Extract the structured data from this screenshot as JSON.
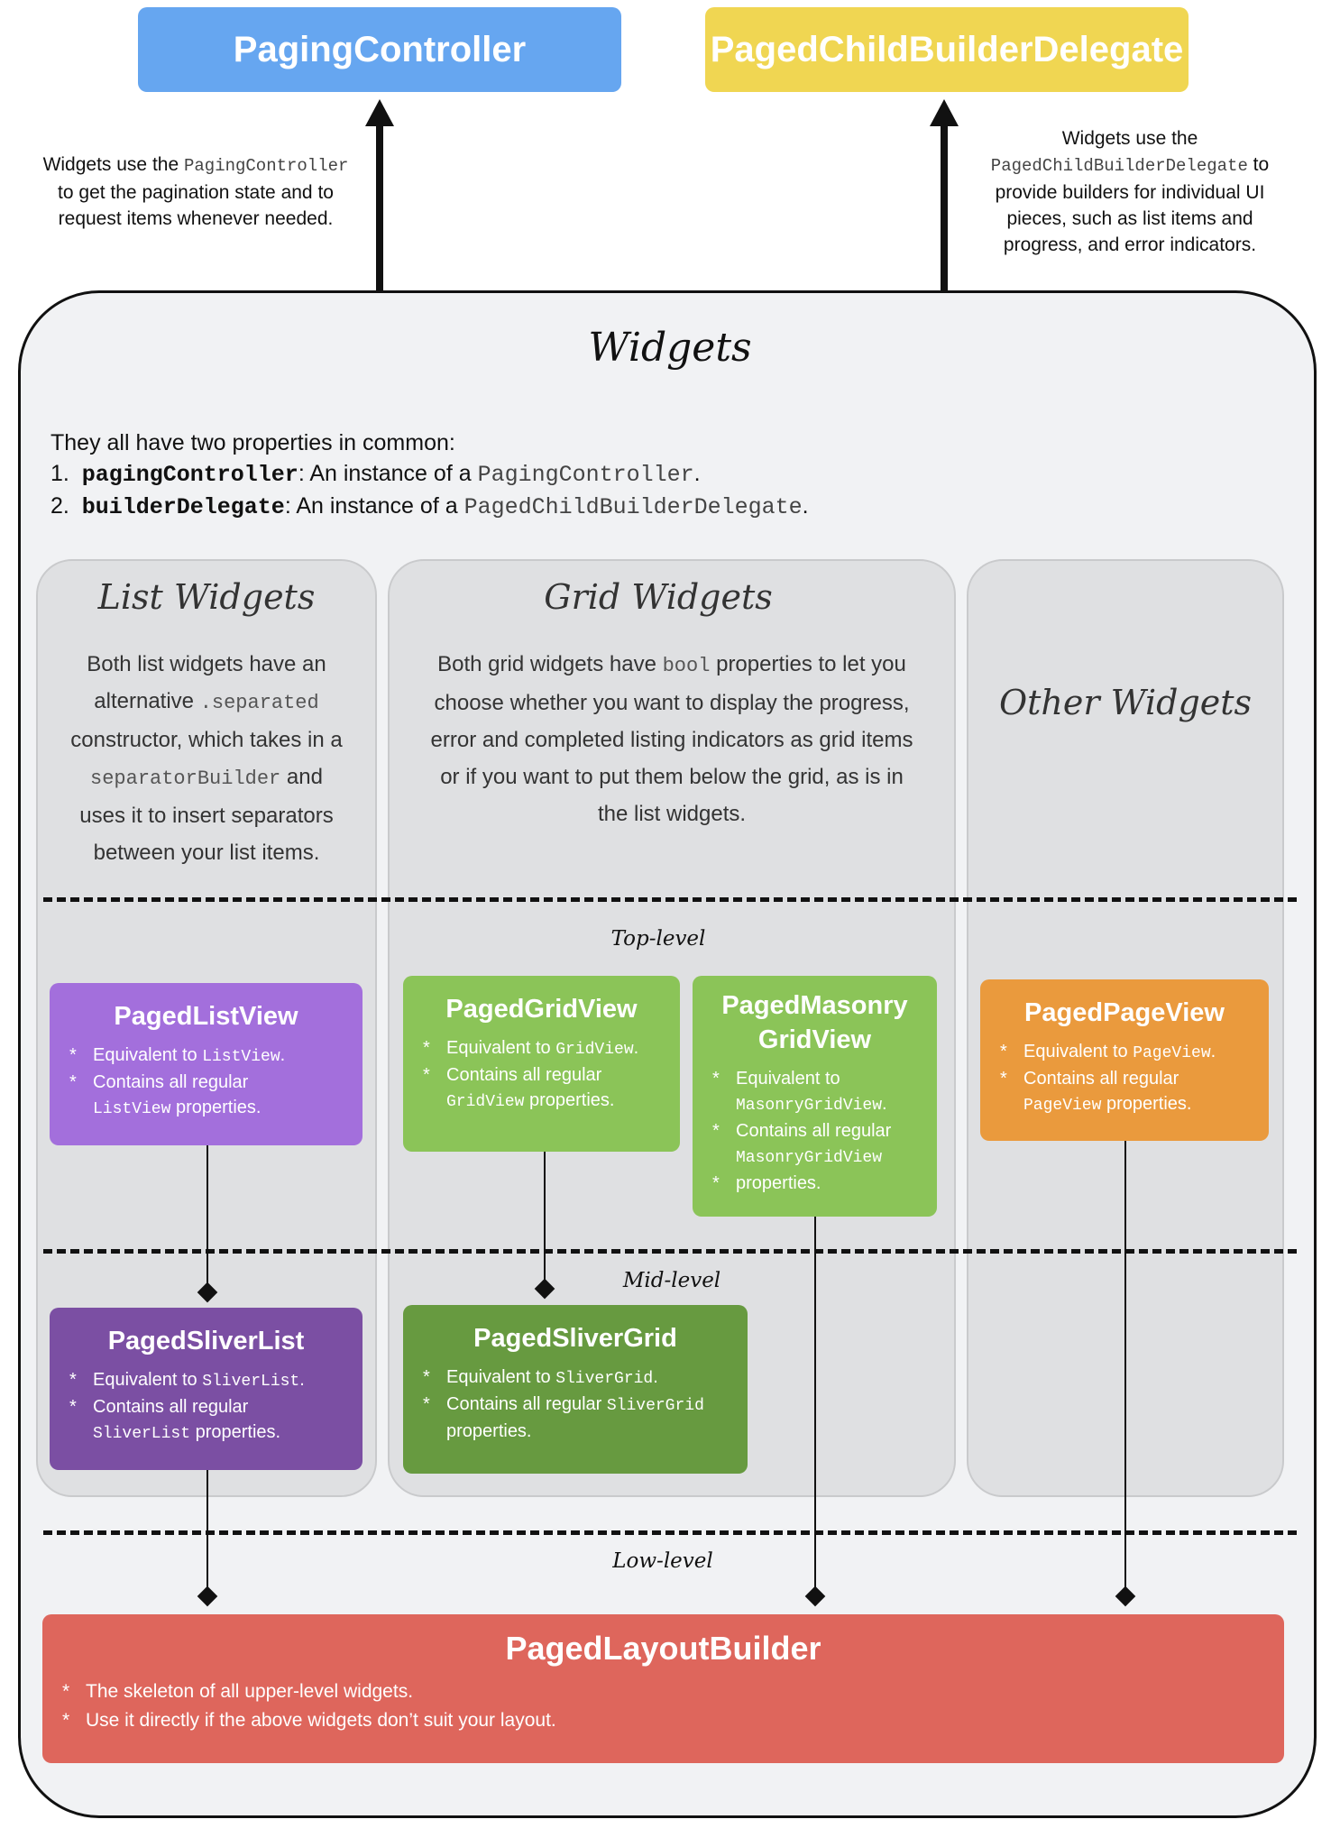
{
  "top": {
    "paging_controller": "PagingController",
    "paged_child_builder_delegate": "PagedChildBuilderDelegate"
  },
  "notes": {
    "left": {
      "pre": "Widgets use the ",
      "code": "PagingController",
      "line2": "to get the pagination state and to",
      "line3": "request items whenever needed."
    },
    "right": {
      "line1": "Widgets use the",
      "code": "PagedChildBuilderDelegate",
      "post": " to",
      "line3": "provide builders for individual UI",
      "line4": "pieces, such as list items and",
      "line5": "progress, and error indicators."
    }
  },
  "widgets": {
    "title": "Widgets",
    "intro": "They all have two properties in common:",
    "props": [
      {
        "num": "1.",
        "name": "pagingController",
        "text": ": An instance of a ",
        "code": "PagingController",
        "end": "."
      },
      {
        "num": "2.",
        "name": "builderDelegate",
        "text": ": An instance of a ",
        "code": "PagedChildBuilderDelegate",
        "end": "."
      }
    ]
  },
  "columns": {
    "list": {
      "title": "List Widgets",
      "l1": "Both list widgets have an",
      "l2a": "alternative ",
      "l2code": ".separated",
      "l3": "constructor, which takes in a",
      "l4code": "separatorBuilder",
      "l4b": " and",
      "l5": "uses it to insert separators",
      "l6": "between your list items."
    },
    "grid": {
      "title": "Grid Widgets",
      "l1a": "Both grid widgets have ",
      "l1code": "bool",
      "l1b": " properties to let you",
      "l2": "choose whether you want to display the progress,",
      "l3": "error and completed listing indicators as grid items",
      "l4": "or if you want to put them below the grid, as is in",
      "l5": "the list widgets."
    },
    "other": {
      "title": "Other Widgets"
    }
  },
  "levels": {
    "top": "Top-level",
    "mid": "Mid-level",
    "low": "Low-level"
  },
  "boxes": {
    "paged_list_view": {
      "title": "PagedListView",
      "b1": "Equivalent to ",
      "b1code": "ListView",
      "b1end": ".",
      "b2": "Contains all regular",
      "b3code": "ListView",
      "b3": " properties."
    },
    "paged_grid_view": {
      "title": "PagedGridView",
      "b1": "Equivalent to ",
      "b1code": "GridView",
      "b1end": ".",
      "b2": "Contains all regular",
      "b3code": "GridView",
      "b3": " properties."
    },
    "paged_masonry": {
      "title1": "PagedMasonry",
      "title2": "GridView",
      "b1": "Equivalent to",
      "b1code": "MasonryGridView",
      "b1end": ".",
      "b2": "Contains all regular",
      "b2code": "MasonryGridView",
      "b3": " properties."
    },
    "paged_page_view": {
      "title": "PagedPageView",
      "b1": "Equivalent to ",
      "b1code": "PageView",
      "b1end": ".",
      "b2": "Contains all regular",
      "b3code": "PageView",
      "b3": " properties."
    },
    "paged_sliver_list": {
      "title": "PagedSliverList",
      "b1": "Equivalent to ",
      "b1code": "SliverList",
      "b1end": ".",
      "b2": "Contains all regular",
      "b3code": "SliverList",
      "b3": " properties."
    },
    "paged_sliver_grid": {
      "title": "PagedSliverGrid",
      "b1": "Equivalent to ",
      "b1code": "SliverGrid",
      "b1end": ".",
      "b2": "Contains all regular ",
      "b2code": "SliverGrid",
      "b3": "properties."
    },
    "paged_layout_builder": {
      "title": "PagedLayoutBuilder",
      "b1": "The skeleton of all upper-level widgets.",
      "b2": "Use it directly if the above widgets don’t suit your layout."
    }
  },
  "colors": {
    "paging_controller": "#66a6f0",
    "paged_child_builder_delegate": "#f0d652",
    "list_view": "#a36fdc",
    "sliver_list": "#7b4fa3",
    "grid_view": "#8bc458",
    "sliver_grid": "#679a40",
    "page_view": "#ea9a3d",
    "layout_builder": "#de665c"
  }
}
